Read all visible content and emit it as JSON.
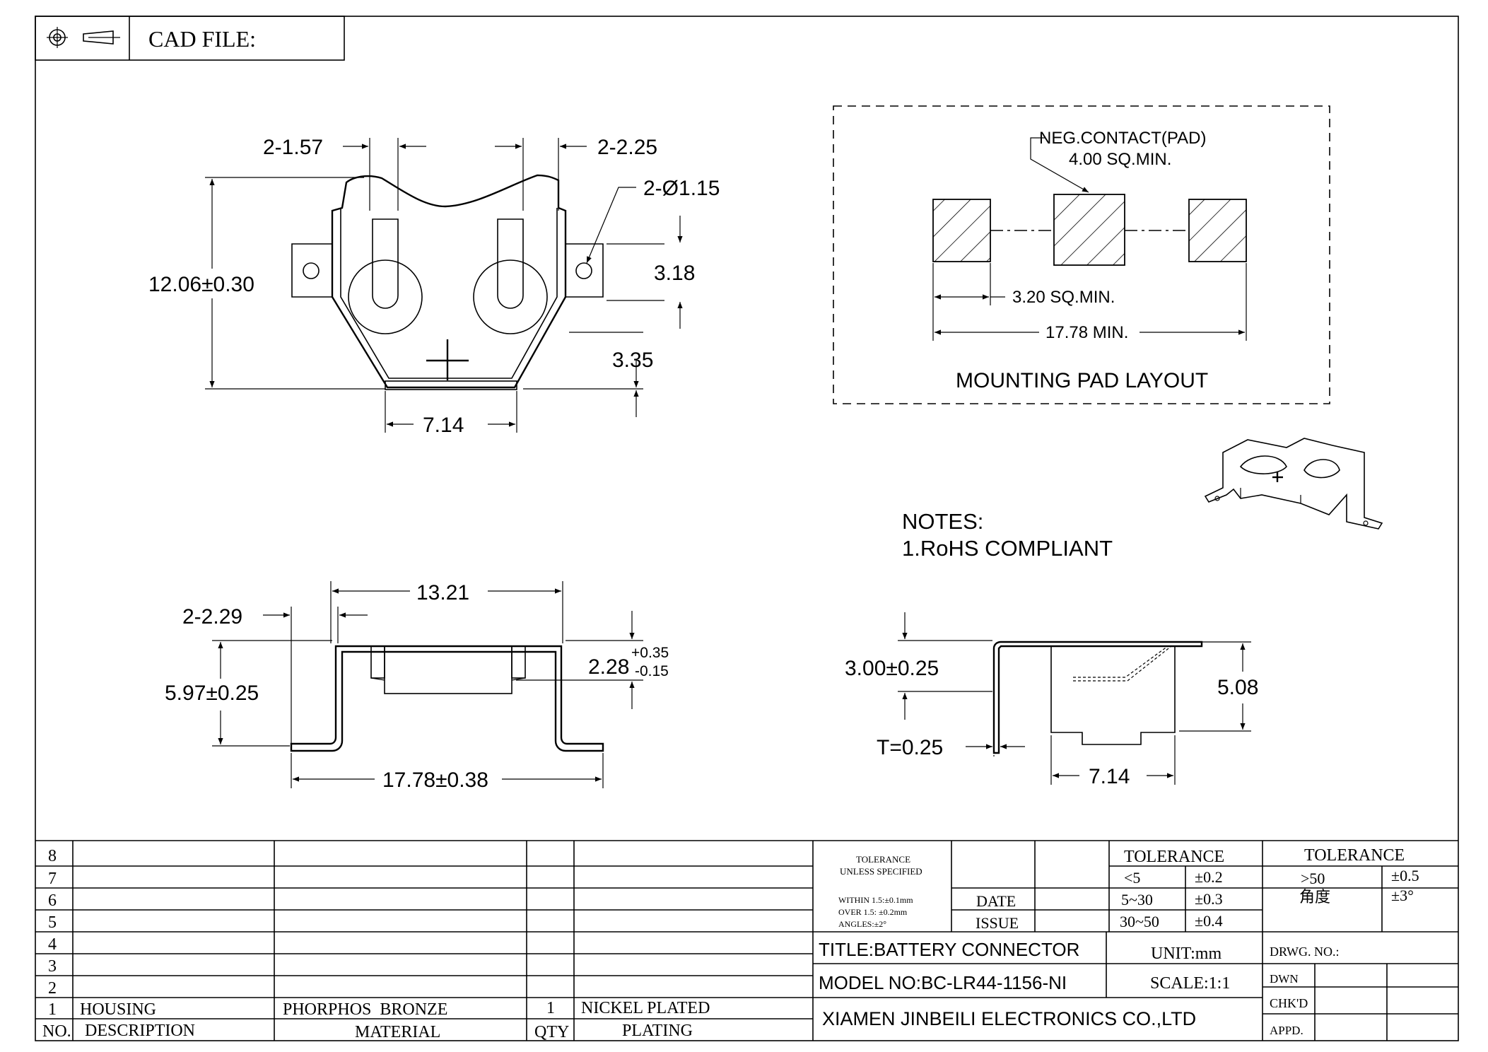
{
  "header": {
    "cad_file_label": "CAD FILE:"
  },
  "top_view": {
    "dim_tab_width_left": "2-1.57",
    "dim_tab_width_right": "2-2.25",
    "dim_hole": "2-Ø1.15",
    "dim_height": "12.06±0.30",
    "dim_tab_height": "3.18",
    "dim_tab_offset": "3.35",
    "dim_bottom_width": "7.14"
  },
  "pad_layout": {
    "neg_contact_label": "NEG.CONTACT(PAD)",
    "neg_contact_size": "4.00 SQ.MIN.",
    "side_pad_size": "3.20 SQ.MIN.",
    "span": "17.78 MIN.",
    "title": "MOUNTING PAD LAYOUT"
  },
  "notes": {
    "heading": "NOTES:",
    "items": [
      "1.RoHS COMPLIANT"
    ]
  },
  "front_view": {
    "dim_body_width": "13.21",
    "dim_lead_width": "2-2.29",
    "dim_height": "5.97±0.25",
    "dim_standoff_value": "2.28",
    "dim_standoff_plus": "+0.35",
    "dim_standoff_minus": "-0.15",
    "dim_overall": "17.78±0.38"
  },
  "side_view": {
    "dim_height": "3.00±0.25",
    "dim_thickness": "T=0.25",
    "dim_depth": "5.08",
    "dim_base": "7.14"
  },
  "bom": {
    "row_numbers": [
      "8",
      "7",
      "6",
      "5",
      "4",
      "3",
      "2"
    ],
    "item_row": {
      "no": "1",
      "description": "HOUSING",
      "material": "PHORPHOS  BRONZE",
      "qty": "1",
      "plating": "NICKEL PLATED"
    },
    "header": {
      "no": "NO.",
      "description": "DESCRIPTION",
      "material": "MATERIAL",
      "qty": "QTY",
      "plating": "PLATING"
    }
  },
  "title_block": {
    "general_tolerance_heading": "TOLERANCE",
    "general_tolerance_sub": "UNLESS SPECIFIED",
    "tol_line1": "WITHIN 1.5:±0.1mm",
    "tol_line2": "OVER 1.5: ±0.2mm",
    "tol_line3": "ANGLES:±2°",
    "date_label": "DATE",
    "issue_label": "ISSUE",
    "tolerance_table": {
      "heading_left": "TOLERANCE",
      "heading_right": "TOLERANCE",
      "rows": [
        {
          "range": "<5",
          "tol": "±0.2",
          "range2": ">50",
          "tol2": "±0.5"
        },
        {
          "range": "5~30",
          "tol": "±0.3",
          "range2": "角度",
          "tol2": "±3°"
        },
        {
          "range": "30~50",
          "tol": "±0.4",
          "range2": "",
          "tol2": ""
        }
      ]
    },
    "title": "TITLE:BATTERY CONNECTOR",
    "unit": "UNIT:mm",
    "drawing_no_label": "DRWG. NO.:",
    "model": "MODEL NO:BC-LR44-1156-NI",
    "scale": "SCALE:1:1",
    "dwn_label": "DWN",
    "company": "XIAMEN JINBEILI ELECTRONICS CO.,LTD",
    "chkd_label": "CHK'D",
    "appd_label": "APPD."
  }
}
